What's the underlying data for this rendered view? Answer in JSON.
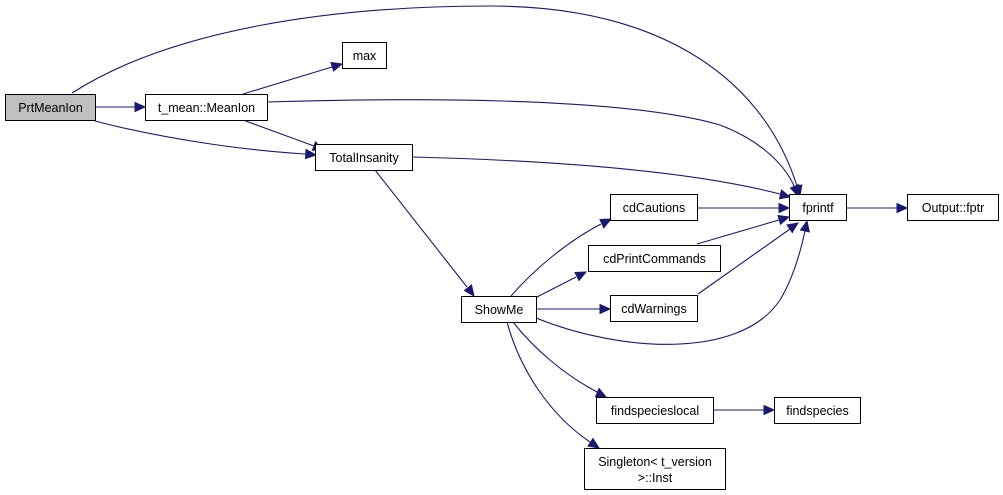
{
  "graph": {
    "nodes": {
      "prtmeanion": "PrtMeanIon",
      "tmean_meanion": "t_mean::MeanIon",
      "max": "max",
      "totalinsanity": "TotalInsanity",
      "showme": "ShowMe",
      "cdcautions": "cdCautions",
      "cdprintcommands": "cdPrintCommands",
      "cdwarnings": "cdWarnings",
      "findspecieslocal": "findspecieslocal",
      "findspecies": "findspecies",
      "singleton_line1": "Singleton< t_version",
      "singleton_line2": ">::Inst",
      "fprintf": "fprintf",
      "output_fptr": "Output::fptr"
    },
    "edges": [
      {
        "from": "PrtMeanIon",
        "to": "t_mean::MeanIon"
      },
      {
        "from": "PrtMeanIon",
        "to": "TotalInsanity"
      },
      {
        "from": "PrtMeanIon",
        "to": "fprintf"
      },
      {
        "from": "t_mean::MeanIon",
        "to": "max"
      },
      {
        "from": "t_mean::MeanIon",
        "to": "TotalInsanity"
      },
      {
        "from": "t_mean::MeanIon",
        "to": "fprintf"
      },
      {
        "from": "TotalInsanity",
        "to": "fprintf"
      },
      {
        "from": "TotalInsanity",
        "to": "ShowMe"
      },
      {
        "from": "ShowMe",
        "to": "cdCautions"
      },
      {
        "from": "ShowMe",
        "to": "cdPrintCommands"
      },
      {
        "from": "ShowMe",
        "to": "cdWarnings"
      },
      {
        "from": "ShowMe",
        "to": "fprintf"
      },
      {
        "from": "ShowMe",
        "to": "findspecieslocal"
      },
      {
        "from": "ShowMe",
        "to": "Singleton< t_version >::Inst"
      },
      {
        "from": "cdCautions",
        "to": "fprintf"
      },
      {
        "from": "cdPrintCommands",
        "to": "fprintf"
      },
      {
        "from": "cdWarnings",
        "to": "fprintf"
      },
      {
        "from": "findspecieslocal",
        "to": "findspecies"
      },
      {
        "from": "fprintf",
        "to": "Output::fptr"
      }
    ],
    "colors": {
      "edge": "#191970",
      "root_fill": "#bfbfbf",
      "node_fill": "#ffffff",
      "border": "#000000"
    }
  }
}
